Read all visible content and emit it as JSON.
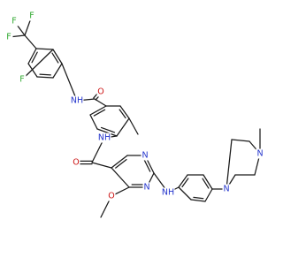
{
  "colors": {
    "bond": "#1a1a1a",
    "carbon": "#1a1a1a",
    "N": "#2233cc",
    "O": "#cc1111",
    "F": "#33aa33",
    "background": "#ffffff"
  },
  "molecule": {
    "atoms": [
      {
        "id": 0,
        "label": "F"
      },
      {
        "id": 1,
        "label": "F"
      },
      {
        "id": 2,
        "label": "F"
      },
      {
        "id": 3,
        "label": ""
      },
      {
        "id": 4,
        "label": ""
      },
      {
        "id": 5,
        "label": ""
      },
      {
        "id": 6,
        "label": ""
      },
      {
        "id": 7,
        "label": ""
      },
      {
        "id": 8,
        "label": ""
      },
      {
        "id": 9,
        "label": ""
      },
      {
        "id": 10,
        "label": "F"
      },
      {
        "id": 11,
        "label": "NH"
      },
      {
        "id": 12,
        "label": ""
      },
      {
        "id": 13,
        "label": "O"
      },
      {
        "id": 14,
        "label": ""
      },
      {
        "id": 15,
        "label": ""
      },
      {
        "id": 16,
        "label": ""
      },
      {
        "id": 17,
        "label": ""
      },
      {
        "id": 18,
        "label": ""
      },
      {
        "id": 19,
        "label": ""
      },
      {
        "id": 20,
        "label": ""
      },
      {
        "id": 21,
        "label": "NH"
      },
      {
        "id": 22,
        "label": ""
      },
      {
        "id": 23,
        "label": "O"
      },
      {
        "id": 24,
        "label": ""
      },
      {
        "id": 25,
        "label": ""
      },
      {
        "id": 26,
        "label": "N"
      },
      {
        "id": 27,
        "label": ""
      },
      {
        "id": 28,
        "label": "N"
      },
      {
        "id": 29,
        "label": ""
      },
      {
        "id": 30,
        "label": "O"
      },
      {
        "id": 31,
        "label": ""
      },
      {
        "id": 32,
        "label": "NH"
      },
      {
        "id": 33,
        "label": ""
      },
      {
        "id": 34,
        "label": ""
      },
      {
        "id": 35,
        "label": ""
      },
      {
        "id": 36,
        "label": ""
      },
      {
        "id": 37,
        "label": ""
      },
      {
        "id": 38,
        "label": ""
      },
      {
        "id": 39,
        "label": "N"
      },
      {
        "id": 40,
        "label": ""
      },
      {
        "id": 41,
        "label": ""
      },
      {
        "id": 42,
        "label": "N"
      },
      {
        "id": 43,
        "label": ""
      },
      {
        "id": 44,
        "label": ""
      },
      {
        "id": 45,
        "label": ""
      }
    ],
    "bonds": [
      [
        0,
        3,
        1
      ],
      [
        1,
        3,
        1
      ],
      [
        2,
        3,
        1
      ],
      [
        3,
        4,
        1
      ],
      [
        4,
        5,
        2
      ],
      [
        5,
        6,
        1
      ],
      [
        6,
        7,
        2
      ],
      [
        7,
        8,
        1
      ],
      [
        8,
        9,
        2
      ],
      [
        9,
        4,
        1
      ],
      [
        9,
        10,
        1
      ],
      [
        8,
        11,
        1
      ],
      [
        11,
        12,
        1
      ],
      [
        12,
        13,
        2
      ],
      [
        12,
        14,
        1
      ],
      [
        14,
        15,
        2
      ],
      [
        15,
        16,
        1
      ],
      [
        16,
        17,
        2
      ],
      [
        17,
        18,
        1
      ],
      [
        18,
        19,
        2
      ],
      [
        19,
        14,
        1
      ],
      [
        18,
        20,
        1
      ],
      [
        17,
        21,
        1
      ],
      [
        21,
        22,
        1
      ],
      [
        22,
        23,
        2
      ],
      [
        22,
        24,
        1
      ],
      [
        24,
        25,
        2
      ],
      [
        25,
        26,
        1
      ],
      [
        26,
        27,
        2
      ],
      [
        27,
        28,
        1
      ],
      [
        28,
        29,
        2
      ],
      [
        29,
        24,
        1
      ],
      [
        29,
        30,
        1
      ],
      [
        30,
        31,
        1
      ],
      [
        27,
        32,
        1
      ],
      [
        32,
        33,
        1
      ],
      [
        33,
        34,
        2
      ],
      [
        34,
        35,
        1
      ],
      [
        35,
        36,
        2
      ],
      [
        36,
        37,
        1
      ],
      [
        37,
        38,
        2
      ],
      [
        38,
        33,
        1
      ],
      [
        36,
        39,
        1
      ],
      [
        39,
        40,
        1
      ],
      [
        40,
        41,
        1
      ],
      [
        41,
        42,
        1
      ],
      [
        42,
        43,
        1
      ],
      [
        43,
        44,
        1
      ],
      [
        44,
        39,
        1
      ],
      [
        42,
        45,
        1
      ]
    ]
  }
}
